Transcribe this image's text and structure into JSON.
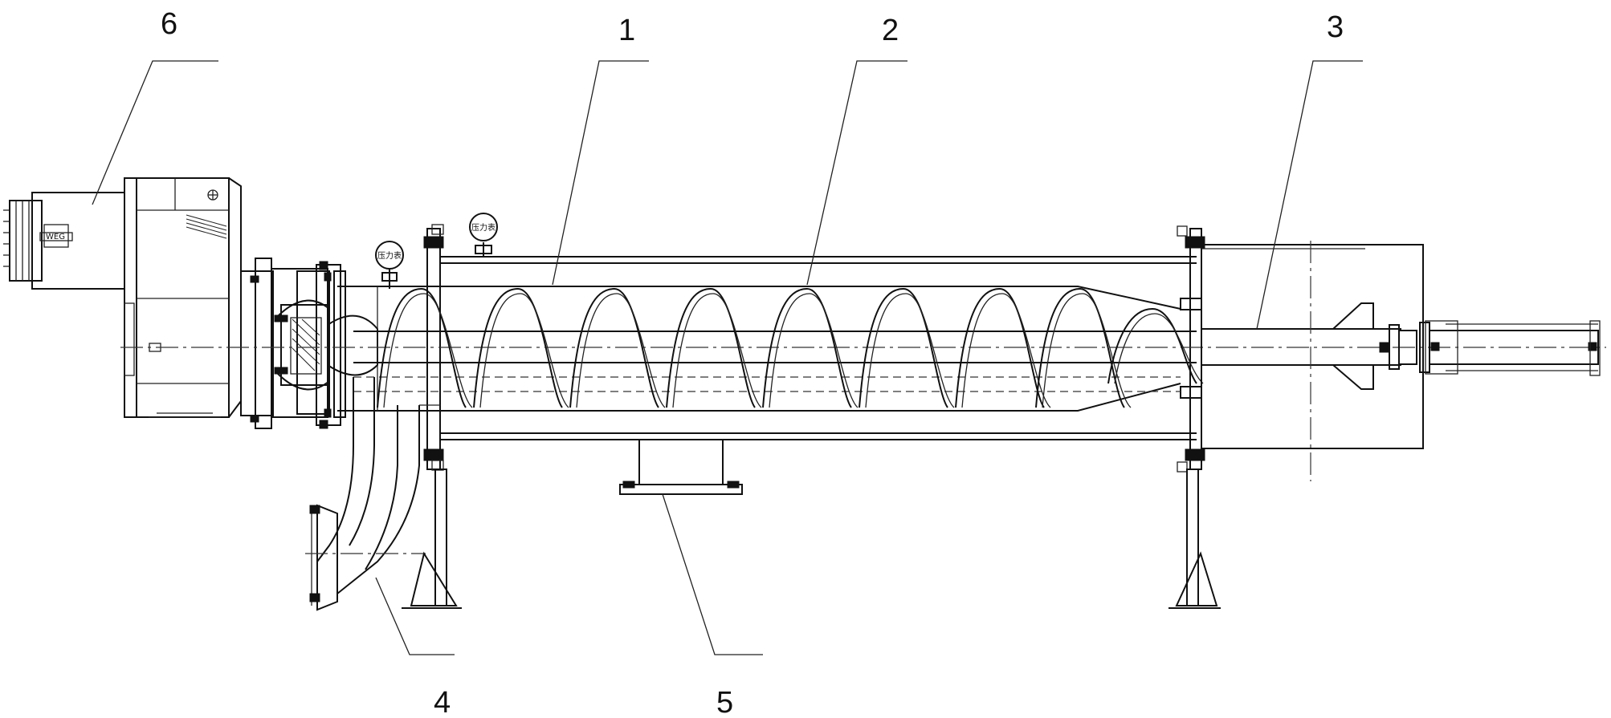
{
  "callouts": [
    {
      "id": "1",
      "label": "1"
    },
    {
      "id": "2",
      "label": "2"
    },
    {
      "id": "3",
      "label": "3"
    },
    {
      "id": "4",
      "label": "4"
    },
    {
      "id": "5",
      "label": "5"
    },
    {
      "id": "6",
      "label": "6"
    }
  ],
  "gauge_labels": [
    "压力表",
    "压力表"
  ],
  "motor_nameplate": "WEG"
}
